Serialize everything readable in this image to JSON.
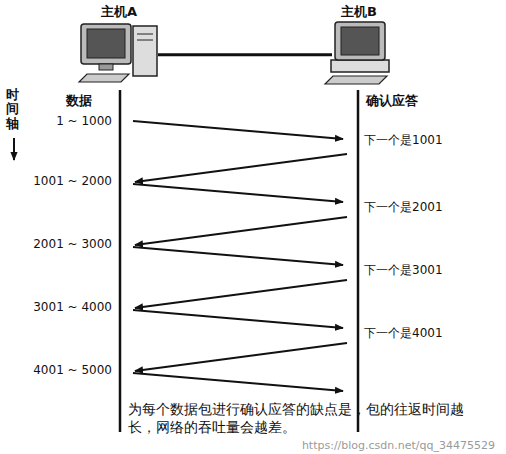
{
  "diagram": {
    "caption": "为每个数据包进行确认应答的缺点是，包的往返时间越长，网络的吞吐量会越差。",
    "nodes": [
      {
        "text": [
          "主机A"
        ]
      },
      {
        "text": [
          "主机B"
        ]
      }
    ],
    "edges": [
      {
        "from": 0,
        "to": 1,
        "arrow": "none"
      }
    ],
    "labels": [
      "时间轴",
      "数据",
      "确认应答",
      "1 ~ 1000",
      "下一个是1001",
      "1001 ~ 2000",
      "下一个是2001",
      "2001 ~ 3000",
      "下一个是3001",
      "3001 ~ 4000",
      "下一个是4001",
      "4001 ~ 5000",
      "https://blog.csdn.net/qq_34475529"
    ]
  }
}
